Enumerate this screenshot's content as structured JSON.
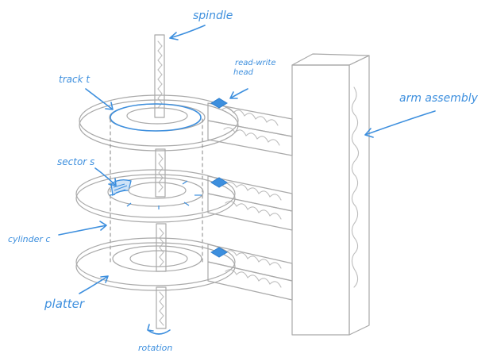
{
  "labels": {
    "spindle": "spindle",
    "read_write_head_line1": "read-write",
    "read_write_head_line2": "head",
    "track": "track t",
    "arm_assembly": "arm assembly",
    "sector": "sector s",
    "cylinder": "cylinder c",
    "platter": "platter",
    "rotation": "rotation"
  },
  "colors": {
    "accent": "#3d8fde",
    "sketch": "#a9a9a9",
    "background": "#ffffff"
  },
  "icons": {
    "head": "blue-diamond",
    "rotation": "curved-arrow"
  }
}
